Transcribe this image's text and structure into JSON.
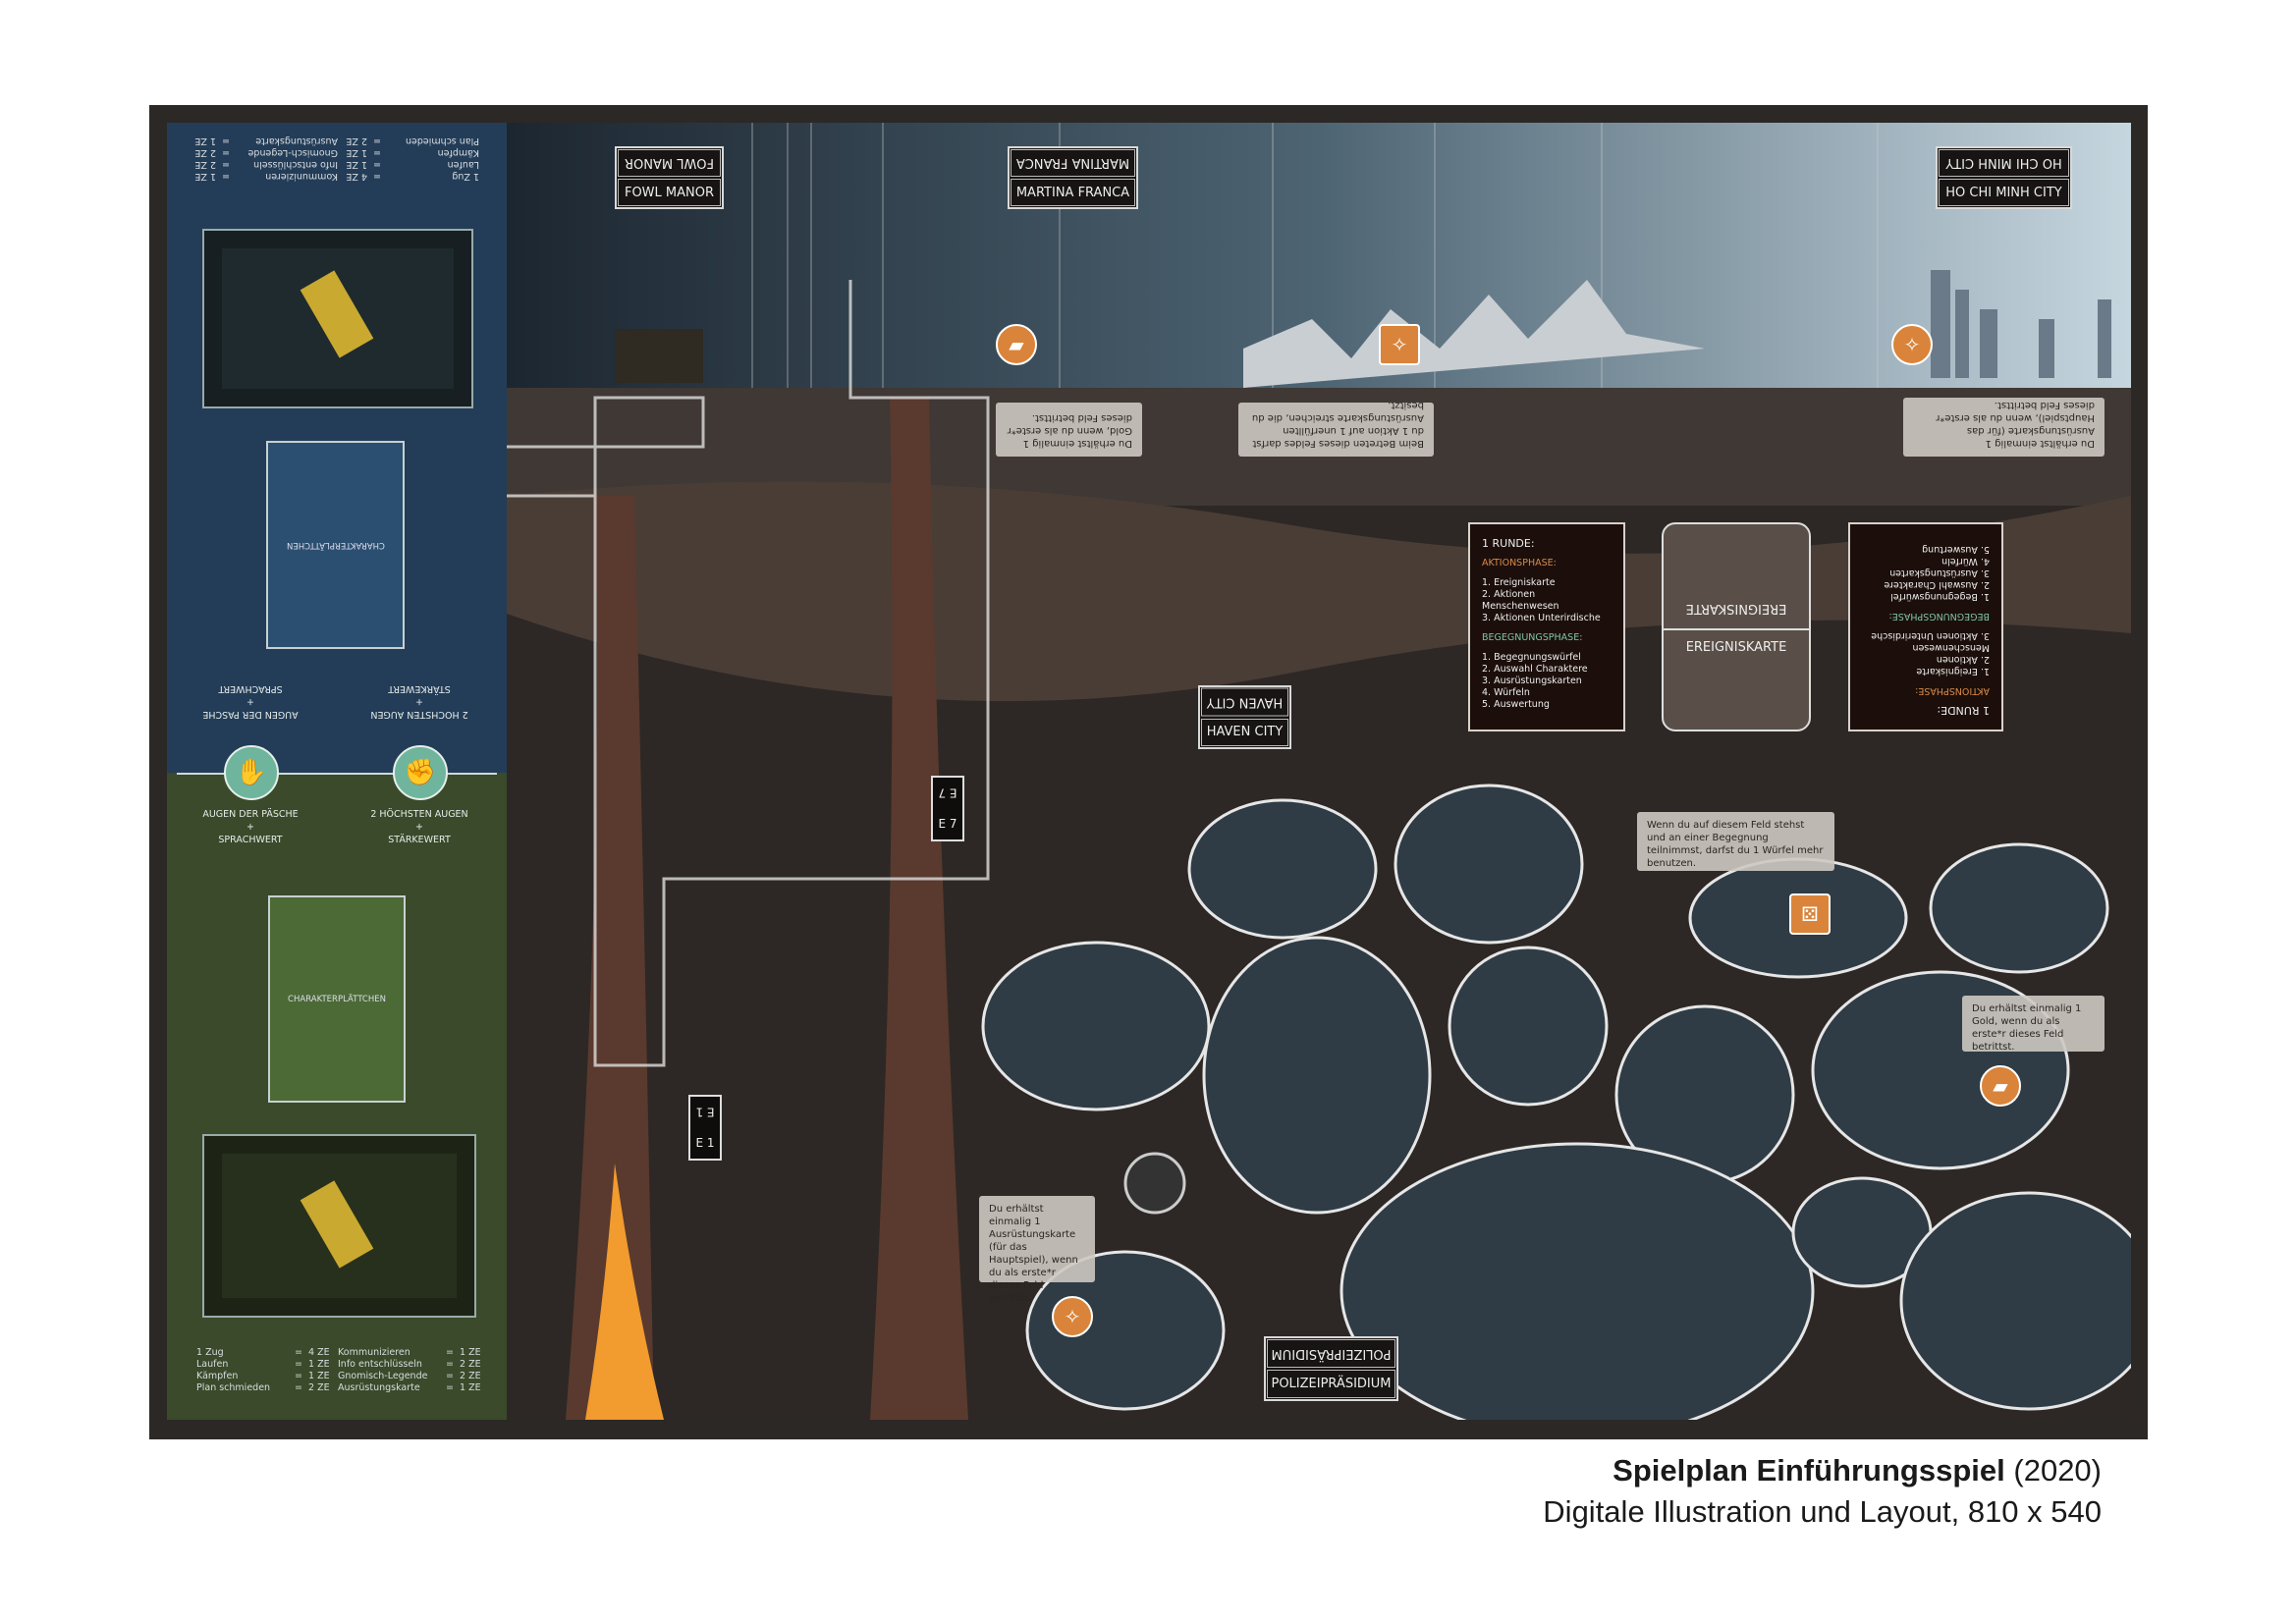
{
  "rules_table": {
    "rows": [
      {
        "action": "1 Zug",
        "cost": "4 ZE",
        "action2": "Kommunizieren",
        "cost2": "1 ZE"
      },
      {
        "action": "Laufen",
        "cost": "1 ZE",
        "action2": "Info entschlüsseln",
        "cost2": "2 ZE"
      },
      {
        "action": "Kämpfen",
        "cost": "1 ZE",
        "action2": "Gnomisch-Legende",
        "cost2": "2 ZE"
      },
      {
        "action": "Plan schmieden",
        "cost": "2 ZE",
        "action2": "Ausrüstungskarte",
        "cost2": "1 ZE"
      }
    ],
    "equals": "="
  },
  "character_tile": "CHARAKTERPLÄTTCHEN",
  "combat": {
    "speech": {
      "line1": "AUGEN DER PÄSCHE",
      "plus": "+",
      "line2": "SPRACHWERT",
      "icon": "open-hand-icon"
    },
    "strength": {
      "line1": "2 HÖCHSTEN AUGEN",
      "plus": "+",
      "line2": "STÄRKEWERT",
      "icon": "fist-icon"
    }
  },
  "locations": {
    "fowl_manor": "FOWL MANOR",
    "martina_franca": "MARTINA FRANCA",
    "ho_chi_minh": "HO CHI MINH CITY",
    "haven_city": "HAVEN CITY",
    "polizei": "POLIZEIPRÄSIDIUM"
  },
  "fields": {
    "e7": "E 7",
    "e1": "E 1"
  },
  "notes": {
    "gold": "Du erhältst einmalig 1 Gold, wenn du als erste*r dieses Feld betrittst.",
    "beim_betreten": "Beim Betreten dieses Feldes darfst du 1 Aktion auf 1 unerfüllten Ausrüstungskarte streichen, die du besitzt.",
    "ausruestung_haupt": "Du erhältst einmalig 1 Ausrüstungskarte (für das Hauptspiel), wenn du als erste*r dieses Feld betrittst.",
    "begegnung": "Wenn du auf diesem Feld stehst und an einer Begegnung teilnimmst, darfst du 1 Würfel mehr benutzen."
  },
  "round_card": {
    "title": "1 RUNDE:",
    "phase1": "AKTIONSPHASE:",
    "phase1_items": [
      "1. Ereigniskarte",
      "2. Aktionen Menschenwesen",
      "3. Aktionen Unterirdische"
    ],
    "phase2": "BEGEGNUNGSPHASE:",
    "phase2_items": [
      "1. Begegnungswürfel",
      "2. Auswahl Charaktere",
      "3. Ausrüstungskarten",
      "4. Würfeln",
      "5. Auswertung"
    ]
  },
  "event_card": "EREIGNISKARTE",
  "caption": {
    "title": "Spielplan Einführungsspiel",
    "year": "(2020)",
    "subtitle": "Digitale Illustration und Layout, 810 x 540"
  },
  "colors": {
    "blue_panel": "#233d58",
    "green_panel": "#3a4a2a",
    "accent_orange": "#d9843a",
    "accent_mint": "#6fb59e"
  }
}
